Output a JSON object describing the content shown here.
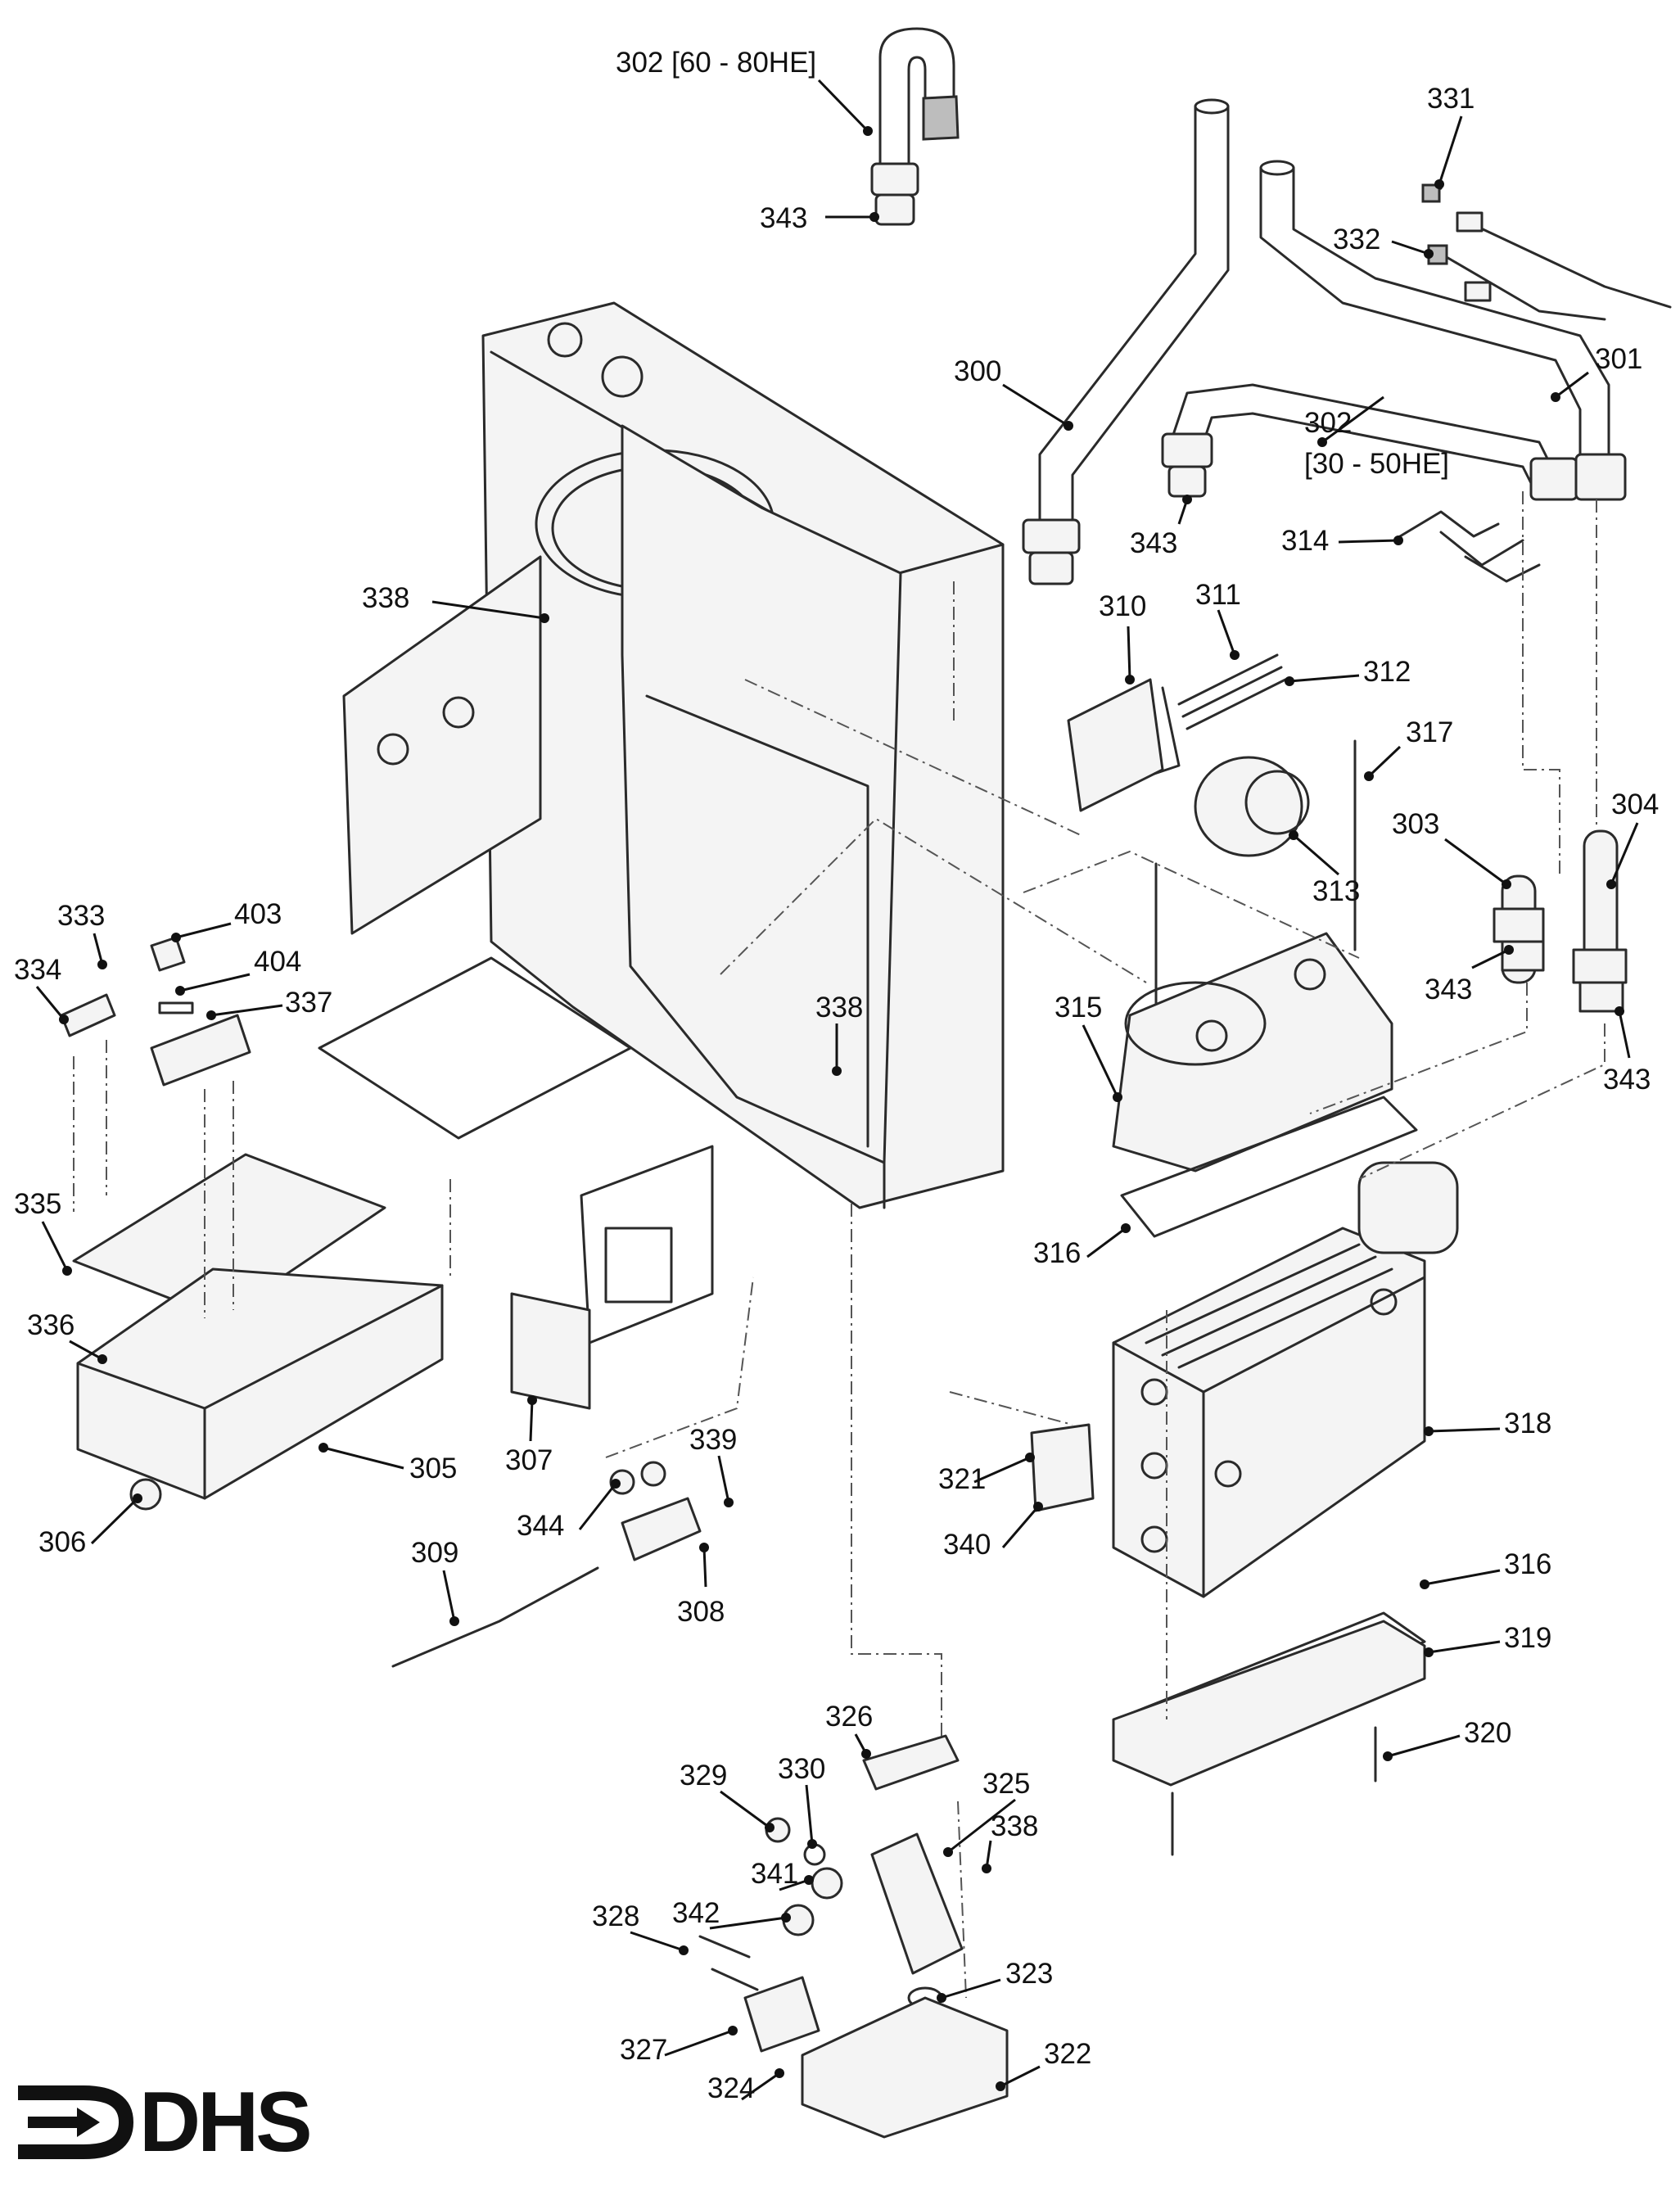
{
  "logo": {
    "text": "DHS"
  },
  "callouts": [
    {
      "id": "c302a",
      "label": "302 [60 - 80HE]"
    },
    {
      "id": "c343a",
      "label": "343"
    },
    {
      "id": "c331",
      "label": "331"
    },
    {
      "id": "c332",
      "label": "332"
    },
    {
      "id": "c300",
      "label": "300"
    },
    {
      "id": "c301",
      "label": "301"
    },
    {
      "id": "c302b",
      "label": "302"
    },
    {
      "id": "c302b2",
      "label": "[30 - 50HE]"
    },
    {
      "id": "c343b",
      "label": "343"
    },
    {
      "id": "c314",
      "label": "314"
    },
    {
      "id": "c338a",
      "label": "338"
    },
    {
      "id": "c310",
      "label": "310"
    },
    {
      "id": "c311",
      "label": "311"
    },
    {
      "id": "c312",
      "label": "312"
    },
    {
      "id": "c317",
      "label": "317"
    },
    {
      "id": "c303",
      "label": "303"
    },
    {
      "id": "c304",
      "label": "304"
    },
    {
      "id": "c313",
      "label": "313"
    },
    {
      "id": "c333",
      "label": "333"
    },
    {
      "id": "c403",
      "label": "403"
    },
    {
      "id": "c334",
      "label": "334"
    },
    {
      "id": "c404",
      "label": "404"
    },
    {
      "id": "c337",
      "label": "337"
    },
    {
      "id": "c338b",
      "label": "338"
    },
    {
      "id": "c343c",
      "label": "343"
    },
    {
      "id": "c315",
      "label": "315"
    },
    {
      "id": "c343d",
      "label": "343"
    },
    {
      "id": "c335",
      "label": "335"
    },
    {
      "id": "c316a",
      "label": "316"
    },
    {
      "id": "c336",
      "label": "336"
    },
    {
      "id": "c318",
      "label": "318"
    },
    {
      "id": "c339",
      "label": "339"
    },
    {
      "id": "c305",
      "label": "305"
    },
    {
      "id": "c307",
      "label": "307"
    },
    {
      "id": "c321",
      "label": "321"
    },
    {
      "id": "c344",
      "label": "344"
    },
    {
      "id": "c306",
      "label": "306"
    },
    {
      "id": "c340",
      "label": "340"
    },
    {
      "id": "c309",
      "label": "309"
    },
    {
      "id": "c316b",
      "label": "316"
    },
    {
      "id": "c308",
      "label": "308"
    },
    {
      "id": "c319",
      "label": "319"
    },
    {
      "id": "c326",
      "label": "326"
    },
    {
      "id": "c320",
      "label": "320"
    },
    {
      "id": "c329",
      "label": "329"
    },
    {
      "id": "c330",
      "label": "330"
    },
    {
      "id": "c325",
      "label": "325"
    },
    {
      "id": "c338c",
      "label": "338"
    },
    {
      "id": "c341",
      "label": "341"
    },
    {
      "id": "c328",
      "label": "328"
    },
    {
      "id": "c342",
      "label": "342"
    },
    {
      "id": "c323",
      "label": "323"
    },
    {
      "id": "c327",
      "label": "327"
    },
    {
      "id": "c322",
      "label": "322"
    },
    {
      "id": "c324",
      "label": "324"
    }
  ]
}
